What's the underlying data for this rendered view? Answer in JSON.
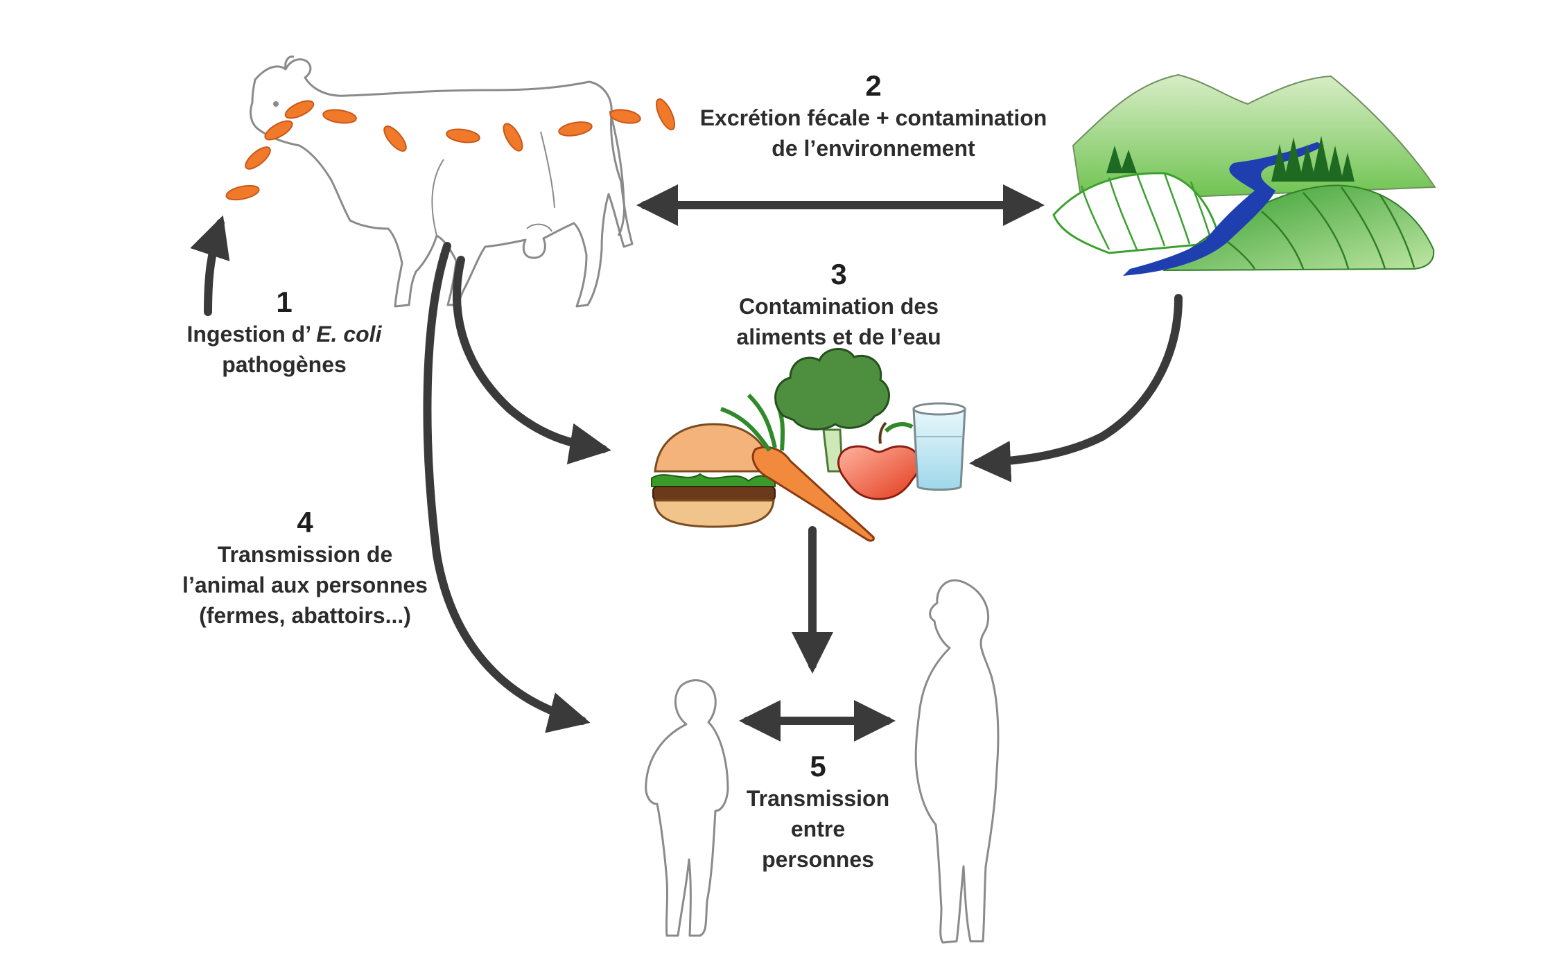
{
  "steps": [
    {
      "number": "1",
      "text_before": "Ingestion d’",
      "text_italic": "E. coli",
      "lines": [
        "pathogènes"
      ]
    },
    {
      "number": "2",
      "lines": [
        "Excrétion fécale + contamination",
        "de l’environnement"
      ]
    },
    {
      "number": "3",
      "lines": [
        "Contamination des",
        "aliments et de l’eau"
      ]
    },
    {
      "number": "4",
      "lines": [
        "Transmission de",
        "l’animal aux personnes",
        "(fermes, abattoirs...)"
      ]
    },
    {
      "number": "5",
      "lines": [
        "Transmission",
        "entre",
        "personnes"
      ]
    }
  ],
  "illustrations": {
    "cow": "cow-outline-with-bacteria",
    "landscape": "green-hills-with-river",
    "food": "burger-carrot-broccoli-apple-water",
    "people": "child-and-woman-silhouettes"
  },
  "colors": {
    "arrow": "#3a3a3a",
    "bacteria": "#f07a2a",
    "outline": "#8a8a8a",
    "text": "#2c2c2c",
    "hill_light": "#d9efc9",
    "hill_mid": "#8fd069",
    "hill_dark": "#3aa02e",
    "river": "#1f3fb0"
  }
}
